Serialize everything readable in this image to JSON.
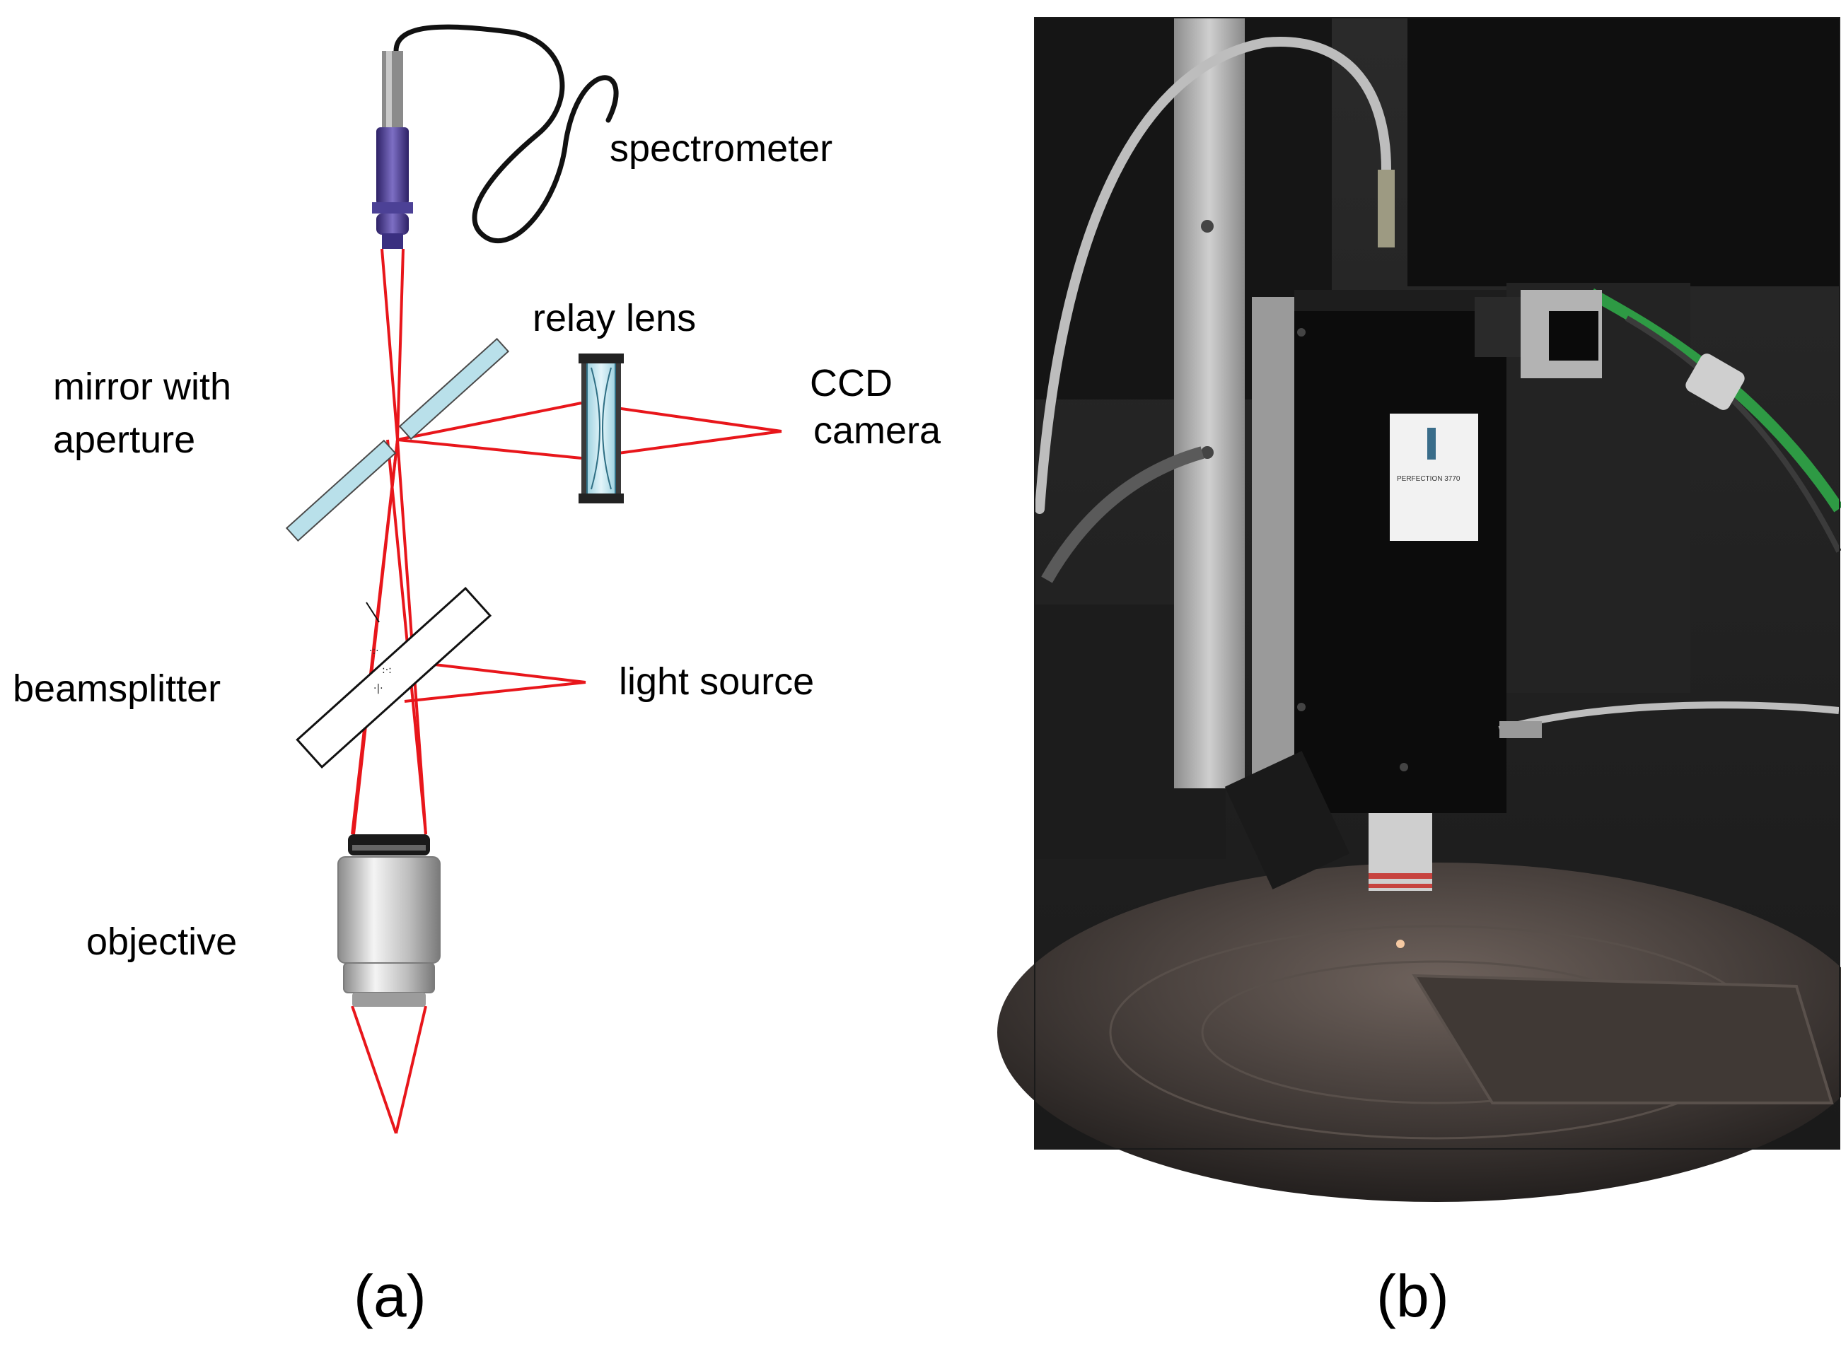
{
  "panel_a": {
    "labels": {
      "spectrometer": "spectrometer",
      "relay_lens": "relay lens",
      "mirror_line1": "mirror with",
      "mirror_line2": "aperture",
      "ccd_line1": "CCD",
      "ccd_line2": "camera",
      "beamsplitter": "beamsplitter",
      "light_source": "light source",
      "objective": "objective"
    },
    "caption": "(a)"
  },
  "panel_b": {
    "caption": "(b)",
    "device_plate_text": "PERFECTION 3770"
  },
  "colors": {
    "beam": "#e8161b",
    "glass": "#b9e0ea",
    "fiber_head": "#4a3a8c",
    "objective_body": "#c8c8c8"
  }
}
